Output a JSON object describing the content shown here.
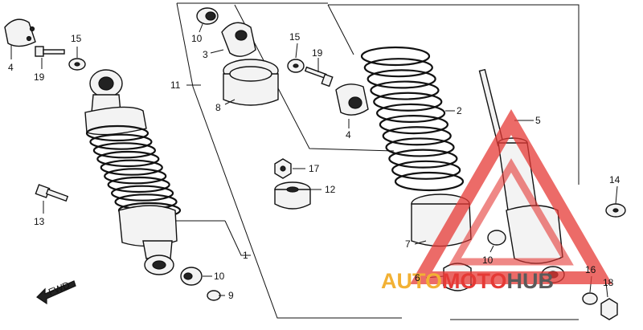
{
  "callouts": {
    "c1": "1",
    "c2": "2",
    "c3": "3",
    "c4a": "4",
    "c4b": "4",
    "c5": "5",
    "c6": "6",
    "c7": "7",
    "c8": "8",
    "c9": "9",
    "c10a": "10",
    "c10b": "10",
    "c10c": "10",
    "c11": "11",
    "c12": "12",
    "c13": "13",
    "c14": "14",
    "c15a": "15",
    "c15b": "15",
    "c16": "16",
    "c17": "17",
    "c18": "18",
    "c19a": "19",
    "c19b": "19"
  },
  "fwd_label": "FWD",
  "watermark": {
    "part1": "AUTO",
    "part2": "MOTO",
    "part3": "HUB"
  },
  "colors": {
    "watermark_red": "#e53935",
    "watermark_orange": "#f2b134",
    "watermark_gray": "#5a5a5a"
  }
}
